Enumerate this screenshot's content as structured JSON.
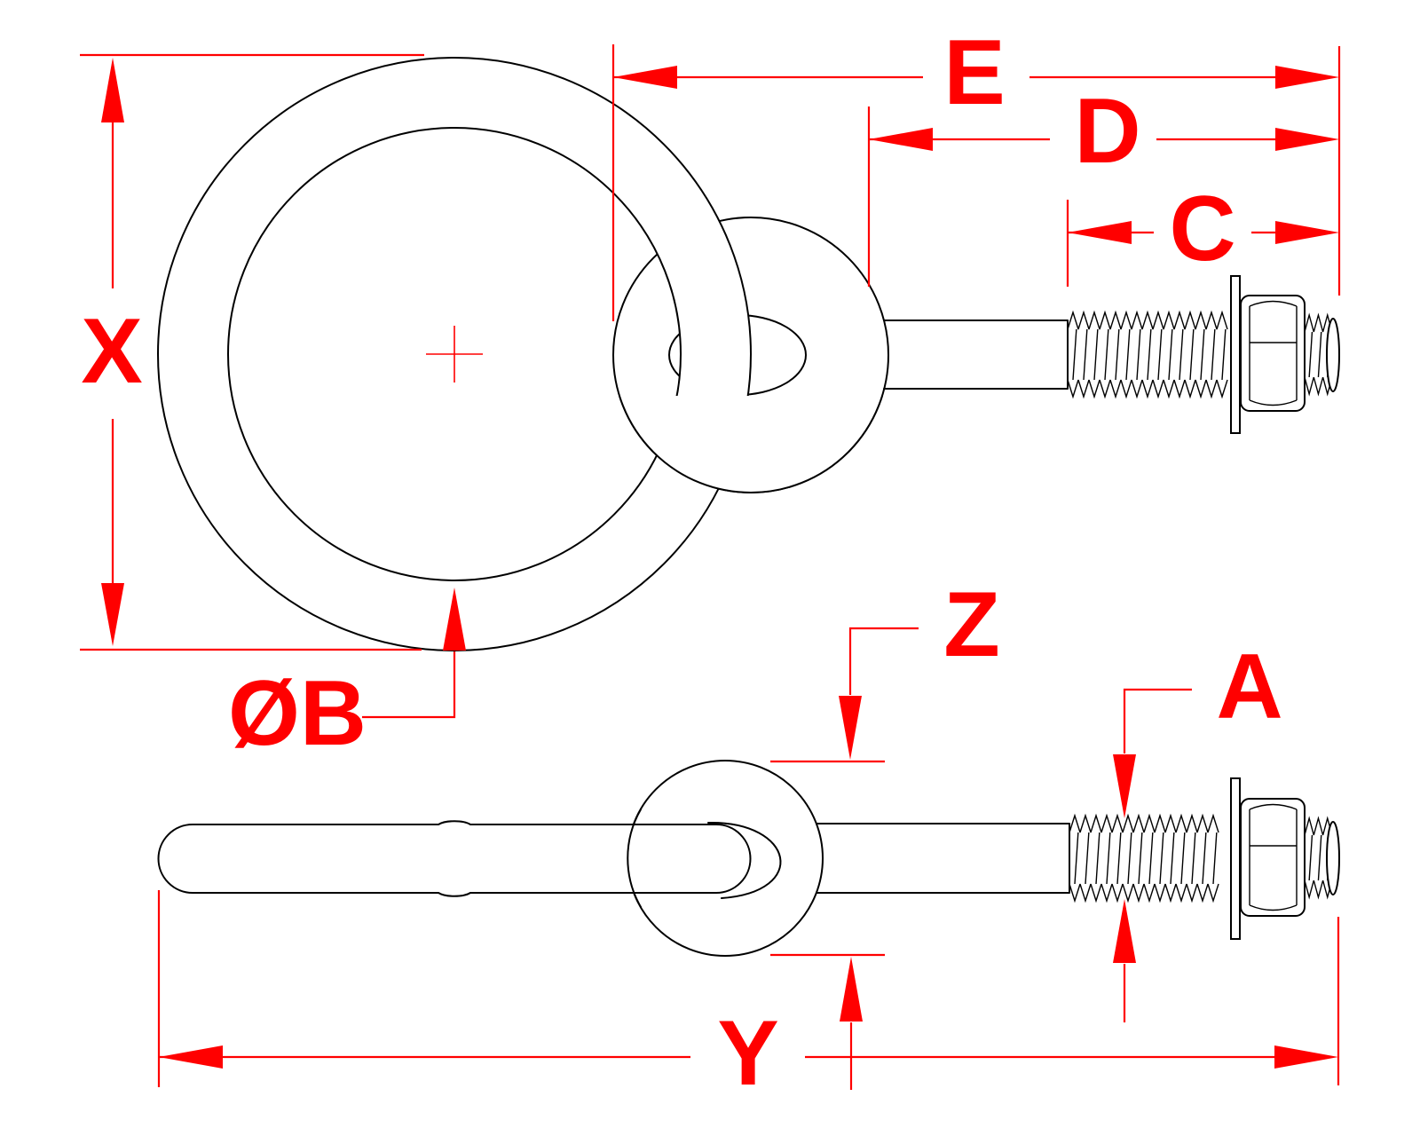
{
  "drawing": {
    "labels": {
      "x": "X",
      "e": "E",
      "d": "D",
      "c": "C",
      "b": "ØB",
      "z": "Z",
      "a": "A",
      "y": "Y"
    },
    "colors": {
      "dimension": "#ff0000",
      "geometry": "#000000",
      "background": "#ffffff"
    }
  }
}
